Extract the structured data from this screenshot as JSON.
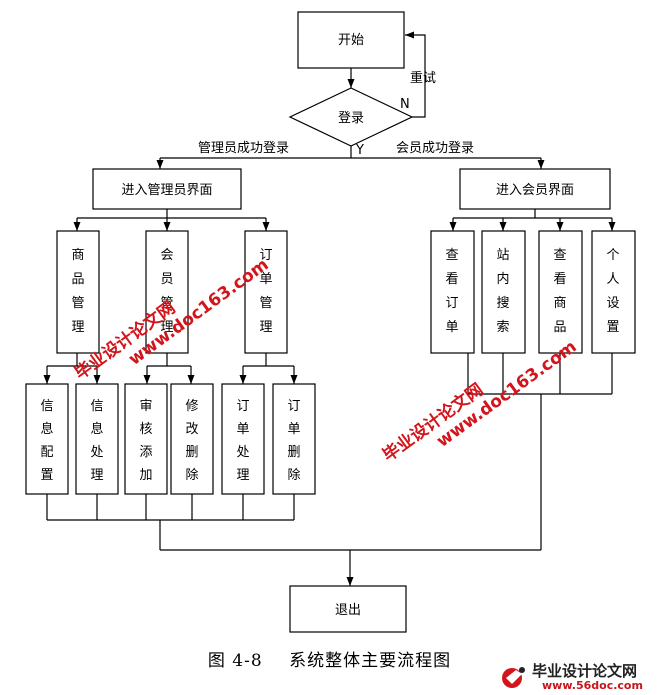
{
  "nodes": {
    "start": "开始",
    "login": "登录",
    "admin_ui": "进入管理员界面",
    "member_ui": "进入会员界面",
    "goods_mgmt": "商品管理",
    "member_mgmt": "会员管理",
    "order_mgmt": "订单管理",
    "view_order": "查看订单",
    "site_search": "站内搜索",
    "view_goods": "查看商品",
    "personal_settings": "个人设置",
    "info_config": "信息配置",
    "info_process": "信息处理",
    "audit_add": "审核添加",
    "edit_delete": "修改删除",
    "order_process": "订单处理",
    "order_delete": "订单删除",
    "exit": "退出"
  },
  "edges": {
    "retry": "重试",
    "no": "N",
    "yes": "Y",
    "admin_success": "管理员成功登录",
    "member_success": "会员成功登录"
  },
  "caption": {
    "number": "图 4-8",
    "title": "系统整体主要流程图"
  },
  "watermark": {
    "site_name": "毕业设计论文网",
    "site_url": "www.doc163.com"
  },
  "logo": {
    "title": "毕业设计论文网",
    "url": "www.56doc.com",
    "colors": {
      "red": "#d4141b",
      "dark": "#222222"
    }
  }
}
